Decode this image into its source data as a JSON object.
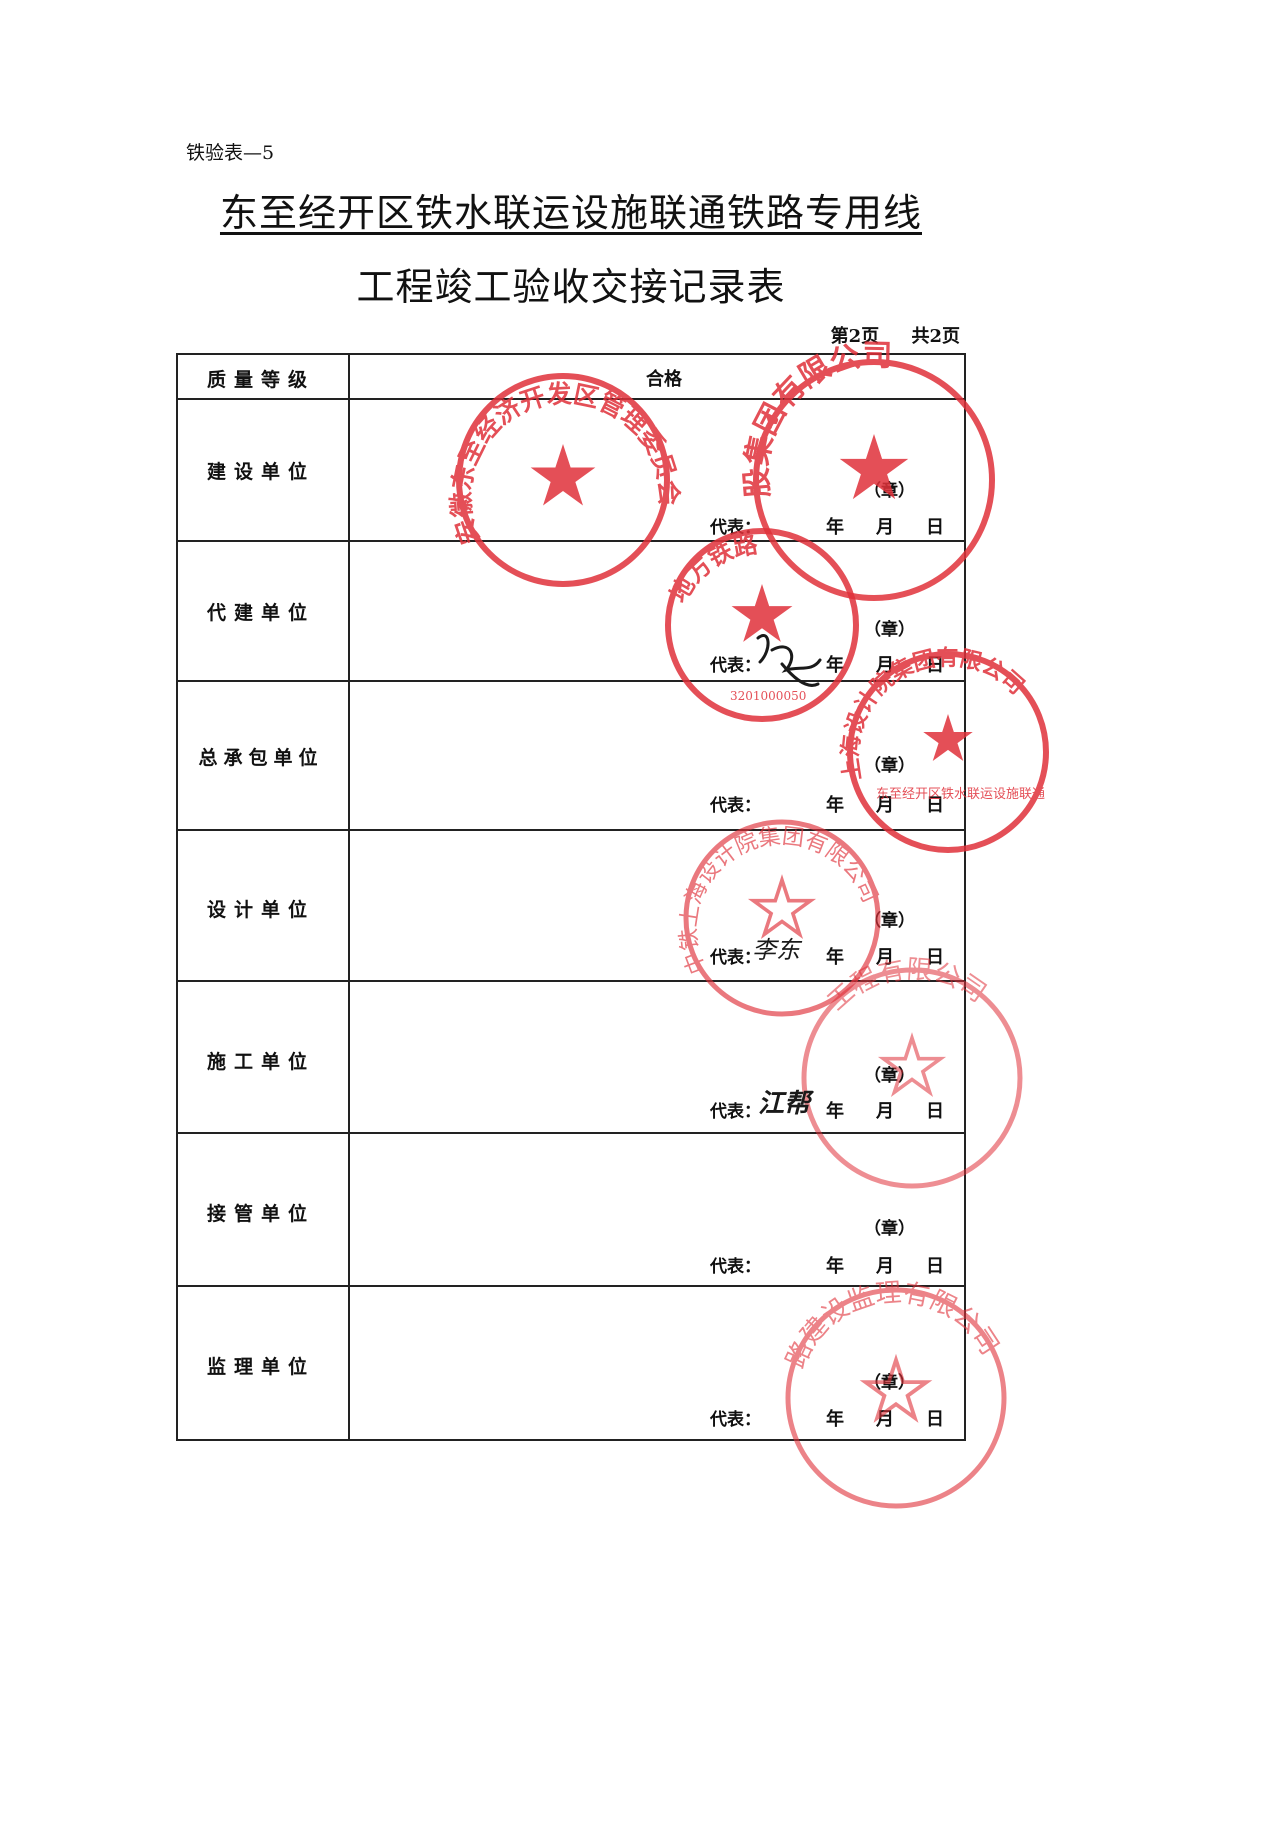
{
  "doc": {
    "form_code": "铁验表—5",
    "title_line1": "东至经开区铁水联运设施联通铁路专用线",
    "title_line2": "工程竣工验收交接记录表",
    "page_no": "第2页",
    "page_total": "共2页"
  },
  "quality": {
    "label": "质量等级",
    "value": "合格"
  },
  "rows": [
    {
      "label": "建设单位",
      "chapter": "（章）",
      "rep": "代表：",
      "year": "年",
      "month": "月",
      "day": "日"
    },
    {
      "label": "代建单位",
      "chapter": "（章）",
      "rep": "代表：",
      "year": "年",
      "month": "月",
      "day": "日"
    },
    {
      "label": "总承包单位",
      "chapter": "（章）",
      "rep": "代表：",
      "year": "年",
      "month": "月",
      "day": "日"
    },
    {
      "label": "设计单位",
      "chapter": "（章）",
      "rep": "代表：",
      "year": "年",
      "month": "月",
      "day": "日"
    },
    {
      "label": "施工单位",
      "chapter": "（章）",
      "rep": "代表：",
      "year": "年",
      "month": "月",
      "day": "日"
    },
    {
      "label": "接管单位",
      "chapter": "（章）",
      "rep": "代表：",
      "year": "年",
      "month": "月",
      "day": "日"
    },
    {
      "label": "监理单位",
      "chapter": "（章）",
      "rep": "代表：",
      "year": "年",
      "month": "月",
      "day": "日"
    }
  ],
  "stamps": [
    {
      "name": "stamp-construction",
      "text": "安徽东至经济开发区管理委员会",
      "color": "#e0313a"
    },
    {
      "name": "stamp-group",
      "text": "股集团有限公司",
      "color": "#e0313a"
    },
    {
      "name": "stamp-agent",
      "text": "地方铁路",
      "serial": "3201000050",
      "color": "#e0313a"
    },
    {
      "name": "stamp-contractor",
      "text": "上海设计院集团有限公司",
      "sub": "东至经开区铁水联运设施联通",
      "color": "#e0313a"
    },
    {
      "name": "stamp-design",
      "text": "中铁上海设计院集团有限公司",
      "color": "#e0313a"
    },
    {
      "name": "stamp-builder",
      "text": "工程有限公司",
      "color": "#e0313a"
    },
    {
      "name": "stamp-supervision",
      "text": "路建设监理有限公司",
      "color": "#e0313a"
    }
  ],
  "signatures": [
    {
      "name": "signature-agent",
      "text": ""
    },
    {
      "name": "signature-design",
      "text": "李东"
    },
    {
      "name": "signature-builder",
      "text": "江帮"
    }
  ]
}
